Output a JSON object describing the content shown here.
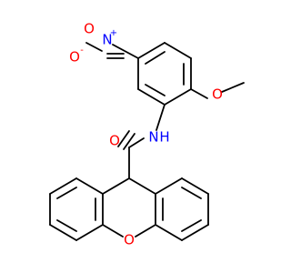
{
  "molecule": {
    "atoms": {
      "nitro_o_top": {
        "label": "O",
        "charge": "-",
        "color": "#ff0000"
      },
      "nitro_n": {
        "label": "N",
        "charge": "+",
        "color": "#0000ff"
      },
      "nitro_o_bottom": {
        "label": "O",
        "color": "#ff0000"
      },
      "methoxy_o": {
        "label": "O",
        "color": "#ff0000"
      },
      "amide_n": {
        "label": "N",
        "color": "#0000ff"
      },
      "amide_h": {
        "label": "H",
        "color": "#0000ff"
      },
      "carbonyl_o": {
        "label": "O",
        "color": "#ff0000"
      },
      "xanthene_o": {
        "label": "O",
        "color": "#ff0000"
      }
    }
  }
}
